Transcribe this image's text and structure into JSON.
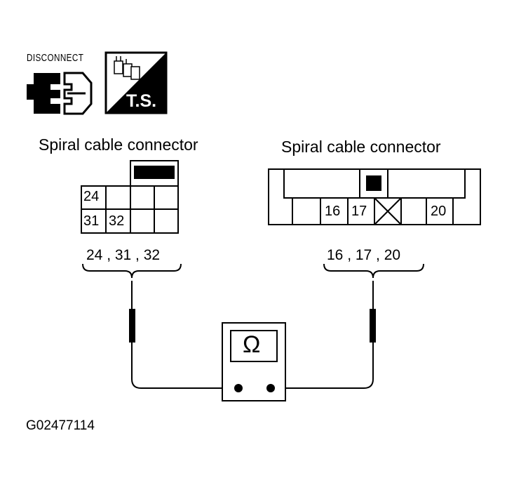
{
  "icons": {
    "disconnect_label": "DISCONNECT",
    "disconnect_icon": "disconnect-connector-icon",
    "test_icon_label": "T.S.",
    "test_icon": "tester-ts-icon"
  },
  "left_connector": {
    "title": "Spiral cable connector",
    "cells": [
      "24",
      "31",
      "32"
    ],
    "pins_label": "24 , 31 , 32"
  },
  "right_connector": {
    "title": "Spiral cable connector",
    "cells": [
      "16",
      "17",
      "20"
    ],
    "pins_label": "16 , 17 , 20"
  },
  "meter": {
    "symbol": "Ω",
    "icon": "ohmmeter-icon"
  },
  "figure_code": "G02477114"
}
